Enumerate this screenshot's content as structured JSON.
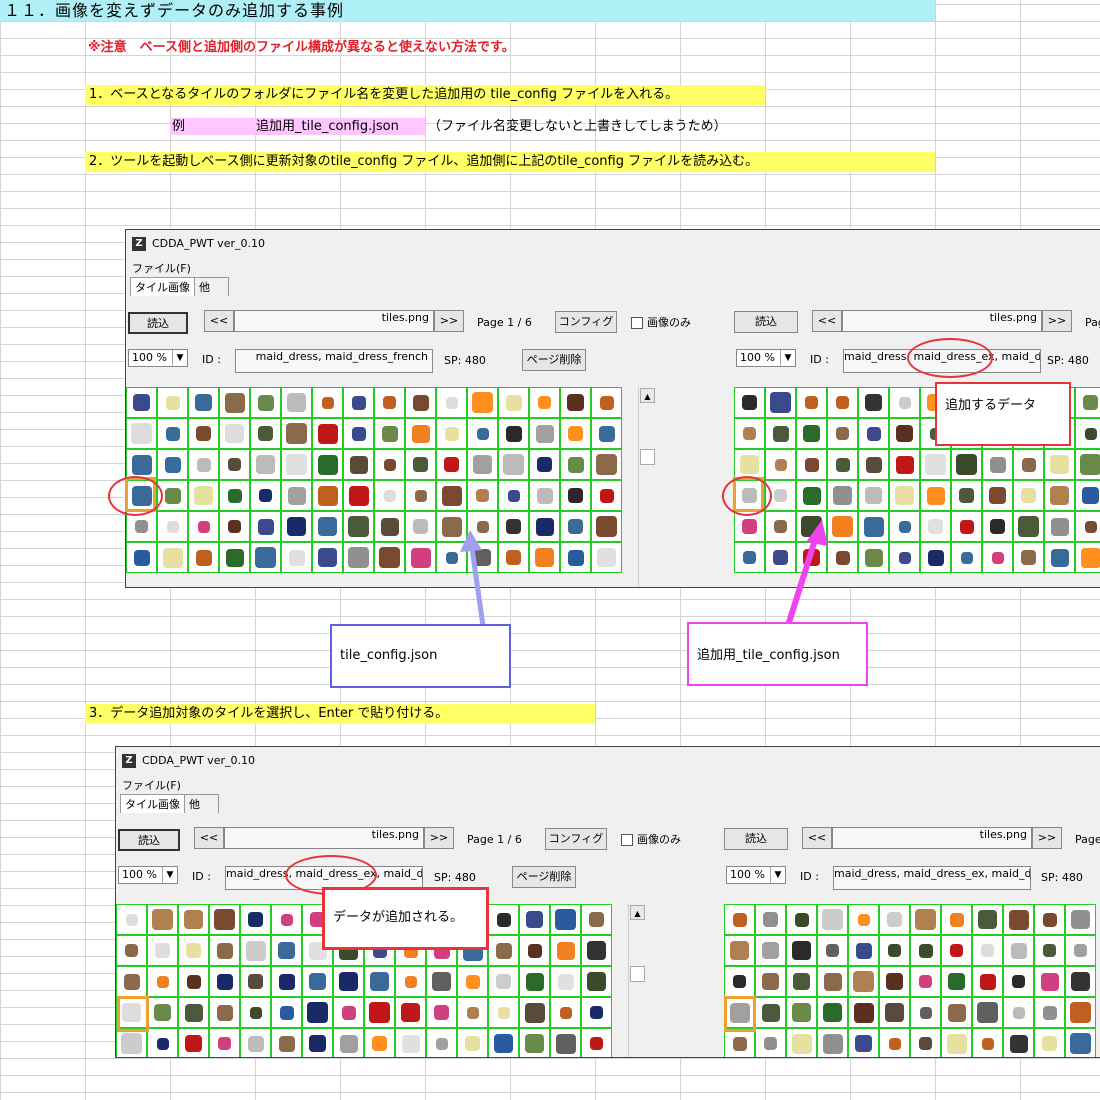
{
  "header": "１１．画像を変えずデータのみ追加する事例",
  "notice": "※注意　ベース側と追加側のファイル構成が異なると使えない方法です。",
  "steps": {
    "s1": "1．ベースとなるタイルのフォルダにファイル名を変更した追加用の tile_config ファイルを入れる。",
    "s1_example_label": "例",
    "s1_example_file": "追加用_tile_config.json",
    "s1_example_note": "（ファイル名変更しないと上書きしてしまうため）",
    "s2": "2．ツールを起動しベース側に更新対象のtile_config ファイル、追加側に上記のtile_config ファイルを読み込む。",
    "s3": "3．データ追加対象のタイルを選択し、Enter で貼り付ける。"
  },
  "app": {
    "title": "CDDA_PWT  ver_0.10",
    "logo": "Z",
    "menu": "ファイル(F)",
    "tab1": "タイル画像",
    "tab2": "他",
    "load": "読込",
    "prev": "<<",
    "next": ">>",
    "file": "tiles.png",
    "page": "Page  1 / 6",
    "page_short": "Page",
    "config": "コンフィグ",
    "image_only": "画像のみ",
    "zoom": "100 %",
    "id_label": "ID :",
    "sp": "SP: 480",
    "delete_page": "ページ削除"
  },
  "ids": {
    "a_left": "maid_dress,   maid_dress_french",
    "a_right": "maid_dress,   maid_dress_ex,   maid_dres",
    "b_left": "maid_dress,   maid_dress_ex,   maid_dres",
    "b_right": "maid_dress,   maid_dress_ex,   maid_dres"
  },
  "callouts": {
    "add_data": "追加するデータ",
    "tile_config": "tile_config.json",
    "add_tile_config": "追加用_tile_config.json",
    "added": "データが追加される。"
  },
  "colors": {
    "header_bg": "#aff0f6",
    "step_bg": "#ffff66",
    "example_bg": "#ffc6ff",
    "warning": "#e0202a",
    "grid_line": "#22cc22",
    "callout_blue": "#6060e0",
    "callout_magenta": "#ee44ee",
    "callout_red": "#e8333a",
    "highlight_orange": "#f0a030"
  }
}
